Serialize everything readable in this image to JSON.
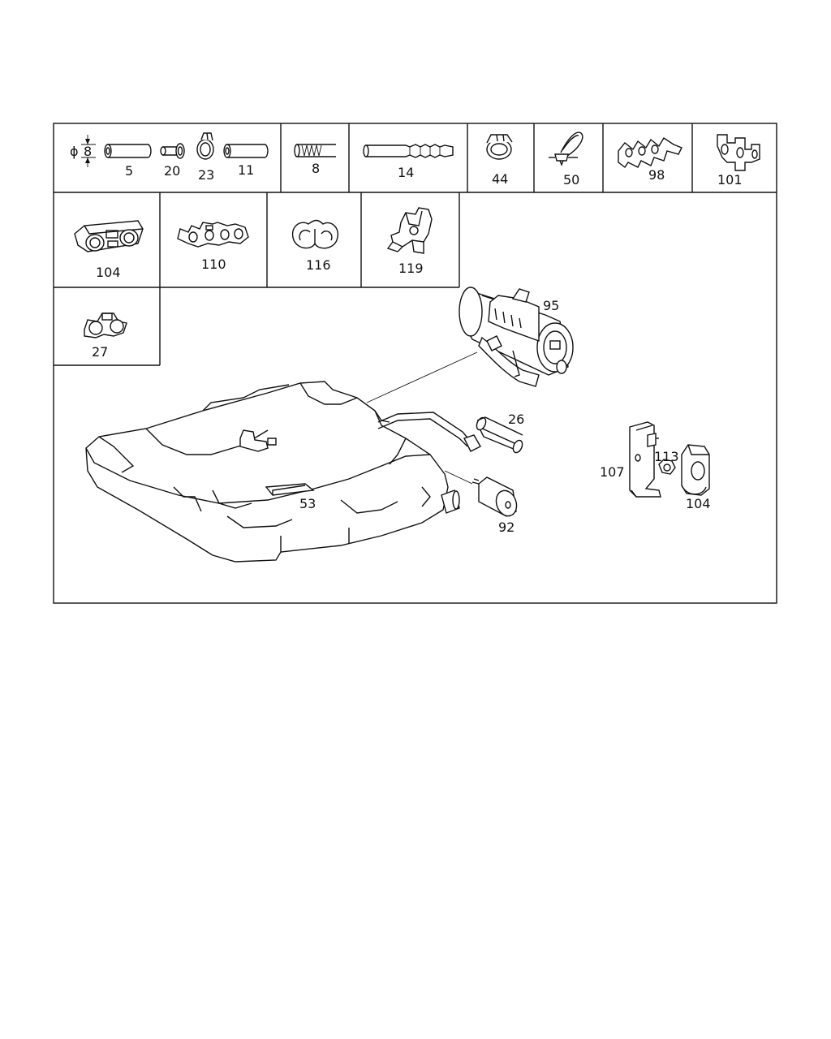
{
  "dimension": {
    "symbol": "ϕ",
    "value": "8"
  },
  "labels": {
    "p5": "5",
    "p20": "20",
    "p23": "23",
    "p11": "11",
    "p8": "8",
    "p14": "14",
    "p44": "44",
    "p50": "50",
    "p98": "98",
    "p101": "101",
    "p104a": "104",
    "p110": "110",
    "p116": "116",
    "p119": "119",
    "p27": "27",
    "p95": "95",
    "p26": "26",
    "p53": "53",
    "p92": "92",
    "p107": "107",
    "p113": "113",
    "p104b": "104"
  },
  "colors": {
    "line": "#111111",
    "background": "#ffffff"
  }
}
